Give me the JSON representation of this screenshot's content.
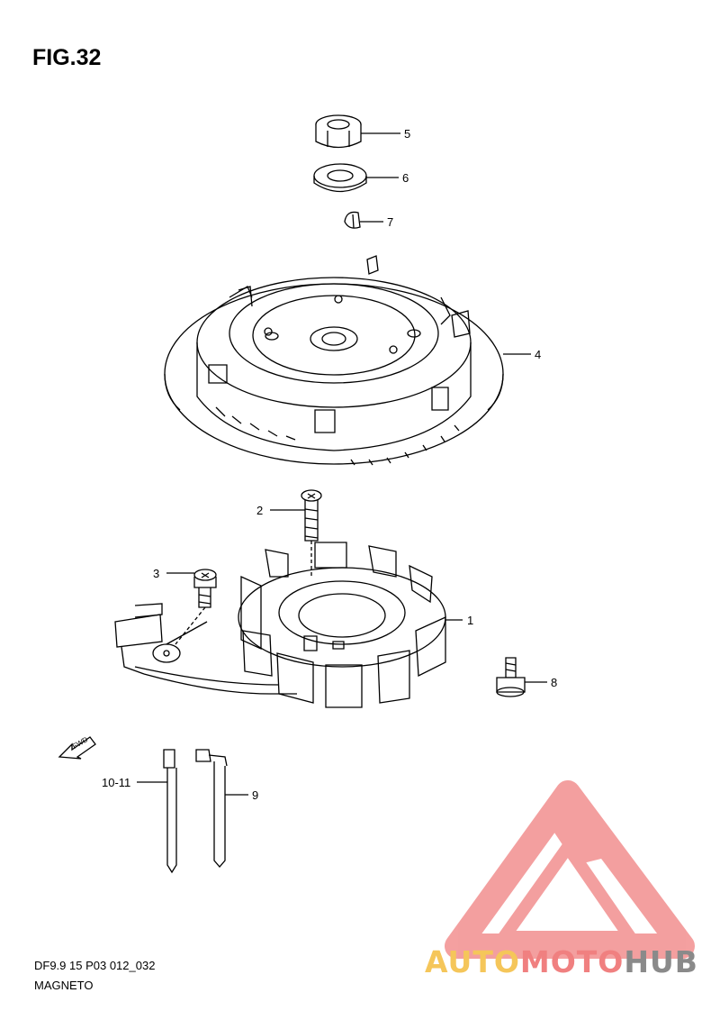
{
  "title": "FIG.32",
  "callouts": {
    "c1": "1",
    "c2": "2",
    "c3": "3",
    "c4": "4",
    "c5": "5",
    "c6": "6",
    "c7": "7",
    "c8": "8",
    "c9": "9",
    "c10": "10-11"
  },
  "fwd_label": "FWD",
  "footer": {
    "code": "DF9.9 15 P03 012_032",
    "name": "MAGNETO"
  },
  "watermark": {
    "part1": "AUTO",
    "part2": "MOTO",
    "part3": "HUB",
    "color_yellow": "#f5c65a",
    "color_red": "#f08080",
    "color_gray": "#8a8a8a"
  }
}
